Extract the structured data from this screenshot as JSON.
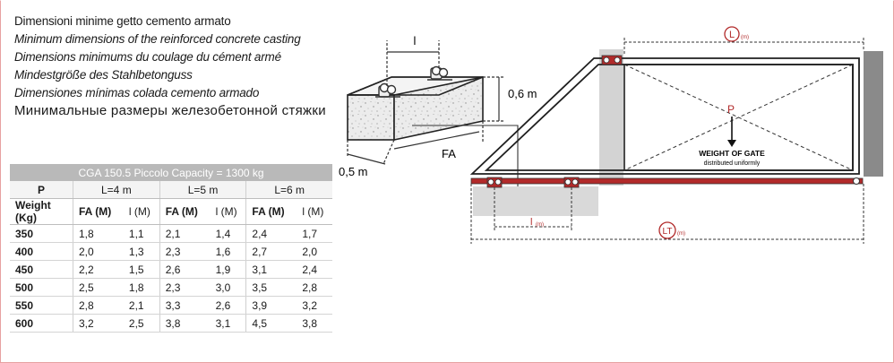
{
  "titles": [
    "Dimensioni minime getto cemento armato",
    "Minimum dimensions of the reinforced concrete casting",
    "Dimensions minimums du coulage du cément armé",
    "Mindestgröße des Stahlbetonguss",
    "Dimensiones mínimas colada cemento armado",
    "Минимальные размеры железобетонной стяжки"
  ],
  "table": {
    "caption": "CGA 150.5 Piccolo Capacity = 1300 kg",
    "p_label": "P",
    "groups": [
      "L=4 m",
      "L=5 m",
      "L=6 m"
    ],
    "weight_label": "Weight (Kg)",
    "col_fa": "FA (M)",
    "col_l": "l (M)",
    "rows": [
      {
        "weight": "350",
        "v": [
          "1,8",
          "1,1",
          "2,1",
          "1,4",
          "2,4",
          "1,7"
        ]
      },
      {
        "weight": "400",
        "v": [
          "2,0",
          "1,3",
          "2,3",
          "1,6",
          "2,7",
          "2,0"
        ]
      },
      {
        "weight": "450",
        "v": [
          "2,2",
          "1,5",
          "2,6",
          "1,9",
          "3,1",
          "2,4"
        ]
      },
      {
        "weight": "500",
        "v": [
          "2,5",
          "1,8",
          "2,3",
          "3,0",
          "3,5",
          "2,8"
        ]
      },
      {
        "weight": "550",
        "v": [
          "2,8",
          "2,1",
          "3,3",
          "2,6",
          "3,9",
          "3,2"
        ]
      },
      {
        "weight": "600",
        "v": [
          "3,2",
          "2,5",
          "3,8",
          "3,1",
          "4,5",
          "3,8"
        ]
      }
    ]
  },
  "block": {
    "dim_l": "l",
    "dim_height": "0,6 m",
    "dim_width": "0,5 m",
    "dim_fa": "FA"
  },
  "gate": {
    "dim_L": "L",
    "dim_L_sub": "(m)",
    "dim_LT": "LT",
    "dim_LT_sub": "(m)",
    "dim_l": "l",
    "dim_l_sub": "(m)",
    "load_p": "P",
    "weight_title": "WEIGHT OF GATE",
    "weight_sub": "distributed uniformly"
  },
  "colors": {
    "accent_red": "#b22a2a",
    "table_caption_bg": "#b9b9b9",
    "concrete_grey": "#d9d9d9",
    "dark_grey": "#8a8a8a"
  }
}
